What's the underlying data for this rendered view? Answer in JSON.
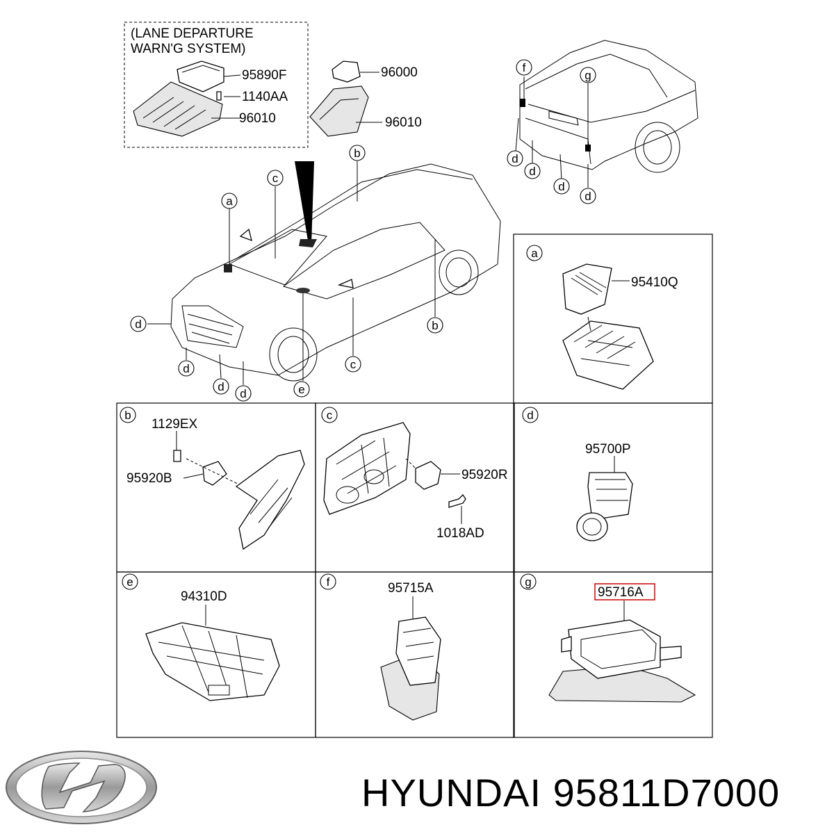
{
  "lane_departure": {
    "title_line1": "(LANE DEPARTURE",
    "title_line2": " WARN'G SYSTEM)",
    "parts": [
      "95890F",
      "1140AA",
      "96010"
    ]
  },
  "top_parts": [
    "96000",
    "96010"
  ],
  "callouts": {
    "a": "a",
    "b": "b",
    "c": "c",
    "d": "d",
    "e": "e",
    "f": "f",
    "g": "g"
  },
  "panels": {
    "a": {
      "letter": "a",
      "parts": [
        "95410Q"
      ]
    },
    "b": {
      "letter": "b",
      "parts": [
        "1129EX",
        "95920B"
      ]
    },
    "c": {
      "letter": "c",
      "parts": [
        "95920R",
        "1018AD"
      ]
    },
    "d": {
      "letter": "d",
      "parts": [
        "95700P"
      ]
    },
    "e": {
      "letter": "e",
      "parts": [
        "94310D"
      ]
    },
    "f": {
      "letter": "f",
      "parts": [
        "95715A"
      ]
    },
    "g": {
      "letter": "g",
      "parts": [
        "95716A"
      ],
      "highlight_color": "#cc0000"
    }
  },
  "brand": {
    "logo": "hyundai-logo",
    "name": "HYUNDAI",
    "part_number": "95811D7000"
  }
}
